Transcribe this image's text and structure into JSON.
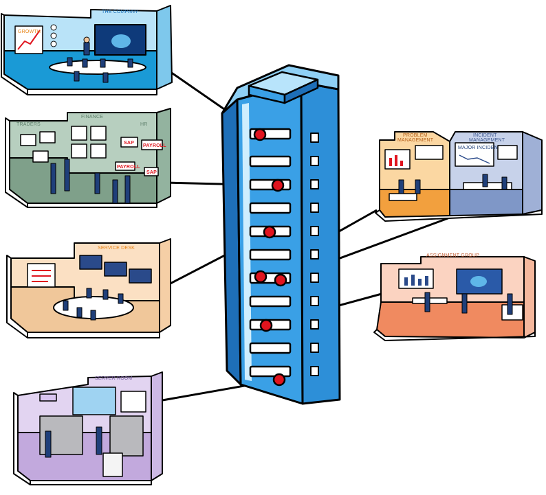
{
  "rooms": {
    "company": {
      "label": "THE COMPANY",
      "chart_text": "GROWTH"
    },
    "finance_hr": {
      "label_traders": "TRADERS",
      "label_finance": "FINANCE",
      "label_hr": "HR",
      "sign_sap_1": "SAP",
      "sign_payroll_1": "PAYROLL",
      "sign_payroll_2": "PAYROLL",
      "sign_sap_2": "SAP"
    },
    "service_desk": {
      "label": "SERVICE DESK"
    },
    "server_room": {
      "label": "SERVER ROOM"
    },
    "problem_incident": {
      "label_problem_1": "PROBLEM",
      "label_problem_2": "MANAGEMENT",
      "label_incident_1": "INCIDENT",
      "label_incident_2": "MANAGEMENT",
      "screen_major": "MAJOR INCIDENTS"
    },
    "assignment_group": {
      "label": "ASSIGNMENT GROUP"
    }
  },
  "colors": {
    "tower_blue": "#3aa0e6",
    "tower_light": "#8fd0f5",
    "node_red": "#e0141e",
    "outline": "#000000",
    "company_floor": "#1a9ad6",
    "finance_floor": "#7fa08a",
    "service_floor": "#f0c79a",
    "server_floor": "#c2a9dd",
    "problem_floor": "#f2a03e",
    "incident_floor": "#7f97c7",
    "assignment_floor": "#f08a60"
  }
}
